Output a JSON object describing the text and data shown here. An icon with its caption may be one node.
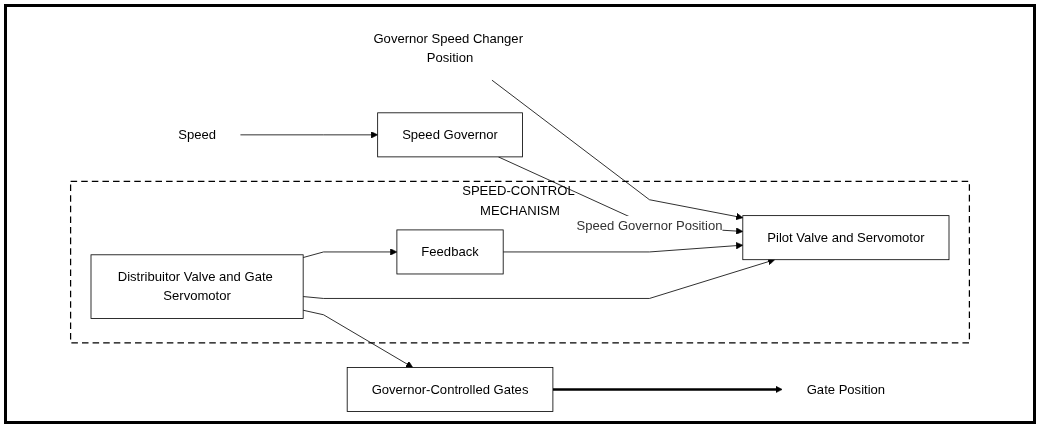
{
  "diagram": {
    "nodes": [
      {
        "text": [
          "Governor Speed Changer Position"
        ]
      },
      {
        "text": [
          "SPEED-CONTROL MECHANISM"
        ]
      },
      {
        "text": [
          "Pilot Valve and Servomotor"
        ],
        "in": 1
      },
      {
        "text": [
          "Distribuitor Valve and Gate Servomotor"
        ],
        "in": 1
      },
      {
        "text": [
          "Feedback"
        ],
        "in": 1
      },
      {
        "text": [
          "Governor-Controlled Gates"
        ]
      },
      {
        "text": [
          "Gate Position"
        ]
      },
      {
        "text": [
          "Speed Governor"
        ]
      },
      {
        "text": [
          "Speed"
        ]
      }
    ],
    "edges": [
      {
        "from": 0,
        "to": 2,
        "arrow": "to"
      },
      {
        "from": 7,
        "to": 2,
        "arrow": "to",
        "label": "Speed Governor Position"
      },
      {
        "from": 3,
        "to": 5,
        "arrow": "to"
      },
      {
        "from": 3,
        "to": 4,
        "arrow": "to"
      },
      {
        "from": 4,
        "to": 2,
        "arrow": "to"
      },
      {
        "from": 3,
        "to": 2,
        "arrow": "to"
      },
      {
        "from": 5,
        "to": 6,
        "arrow": "to",
        "style": "thick"
      },
      {
        "from": 8,
        "to": 7,
        "arrow": "to"
      }
    ]
  }
}
